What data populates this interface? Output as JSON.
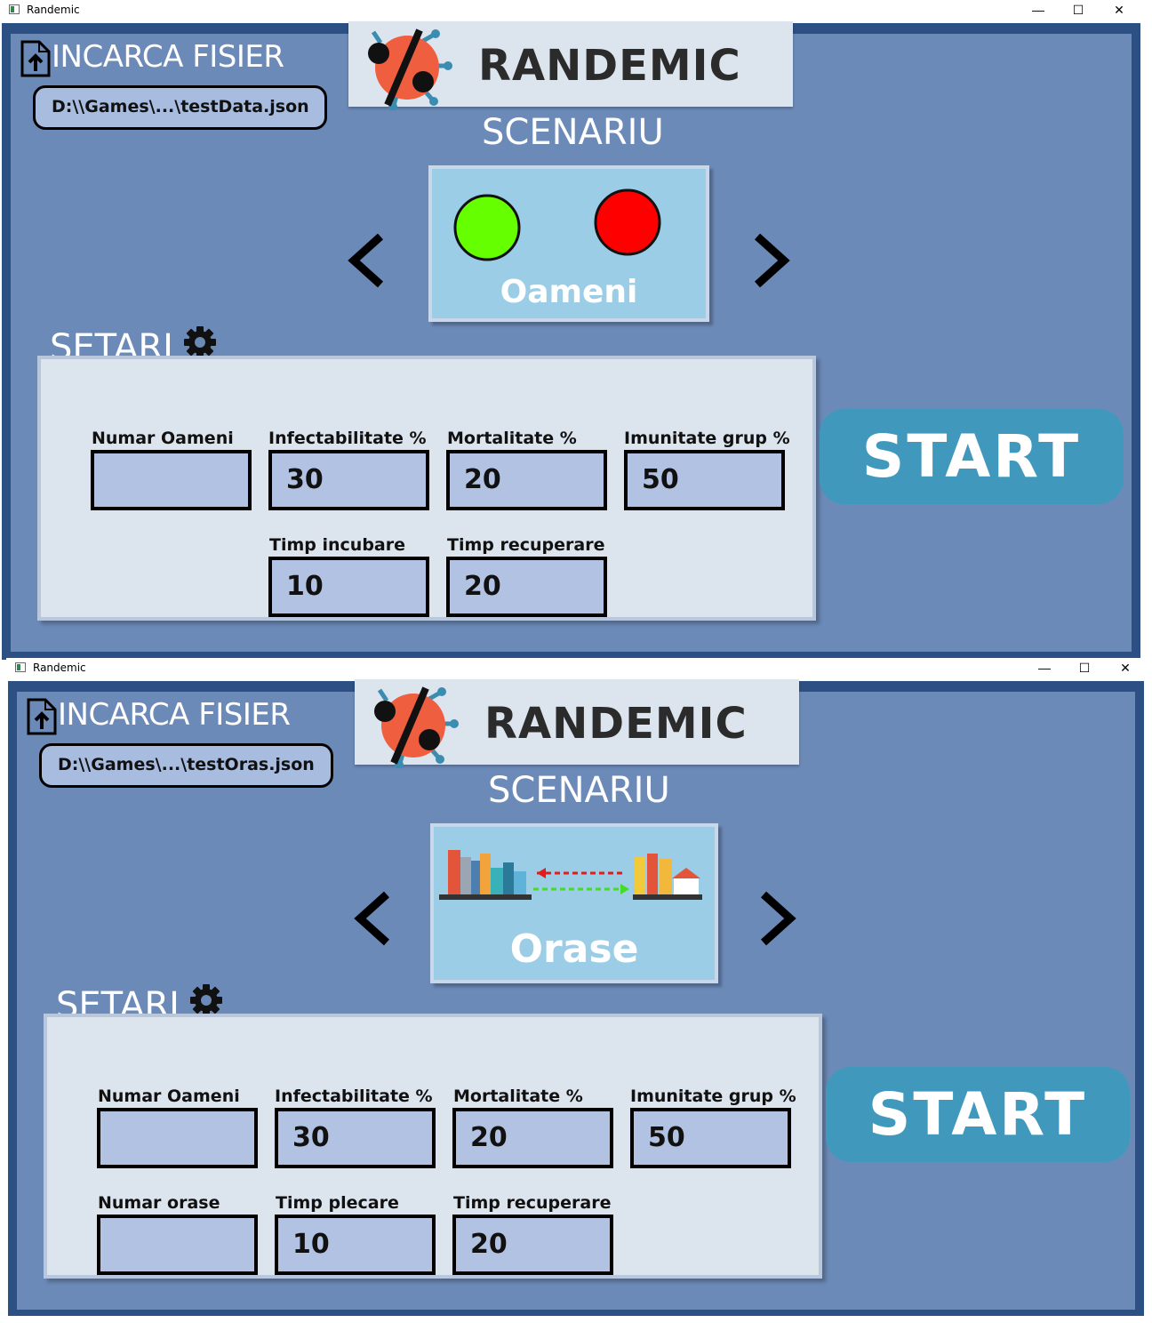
{
  "colors": {
    "frame": "#2c5084",
    "panel": "#6c8ab8",
    "card": "#9ccde6",
    "start": "#4099bc",
    "settings": "#dce4ee",
    "field": "#b2c2e2"
  },
  "windows": [
    {
      "title": "Randemic",
      "controls": {
        "minimize": "—",
        "maximize": "☐",
        "close": "✕"
      },
      "upload": {
        "label": "INCARCA FISIER",
        "icon": "file-upload-icon"
      },
      "path": "D:\\\\Games\\...\\testData.json",
      "logo": {
        "text": "RANDEMIC",
        "icon": "virus-percent-icon"
      },
      "scenario": {
        "heading": "SCENARIU",
        "name": "Oameni",
        "prev_icon": "chevron-left-icon",
        "next_icon": "chevron-right-icon"
      },
      "settings": {
        "heading": "SETARI",
        "icon": "gear-icon",
        "fields": [
          {
            "label": "Numar Oameni",
            "value": ""
          },
          {
            "label": "Infectabilitate %",
            "value": "30"
          },
          {
            "label": "Mortalitate %",
            "value": "20"
          },
          {
            "label": "Imunitate grup %",
            "value": "50"
          },
          {
            "label": "Timp incubare",
            "value": "10"
          },
          {
            "label": "Timp recuperare",
            "value": "20"
          }
        ]
      },
      "start_label": "START"
    },
    {
      "title": "Randemic",
      "controls": {
        "minimize": "—",
        "maximize": "☐",
        "close": "✕"
      },
      "upload": {
        "label": "INCARCA FISIER",
        "icon": "file-upload-icon"
      },
      "path": "D:\\\\Games\\...\\testOras.json",
      "logo": {
        "text": "RANDEMIC",
        "icon": "virus-percent-icon"
      },
      "scenario": {
        "heading": "SCENARIU",
        "name": "Orase",
        "prev_icon": "chevron-left-icon",
        "next_icon": "chevron-right-icon"
      },
      "settings": {
        "heading": "SETARI",
        "icon": "gear-icon",
        "fields": [
          {
            "label": "Numar Oameni",
            "value": ""
          },
          {
            "label": "Infectabilitate %",
            "value": "30"
          },
          {
            "label": "Mortalitate %",
            "value": "20"
          },
          {
            "label": "Imunitate grup %",
            "value": "50"
          },
          {
            "label": "Numar orase",
            "value": ""
          },
          {
            "label": "Timp plecare",
            "value": "10"
          },
          {
            "label": "Timp recuperare",
            "value": "20"
          }
        ]
      },
      "start_label": "START"
    }
  ]
}
